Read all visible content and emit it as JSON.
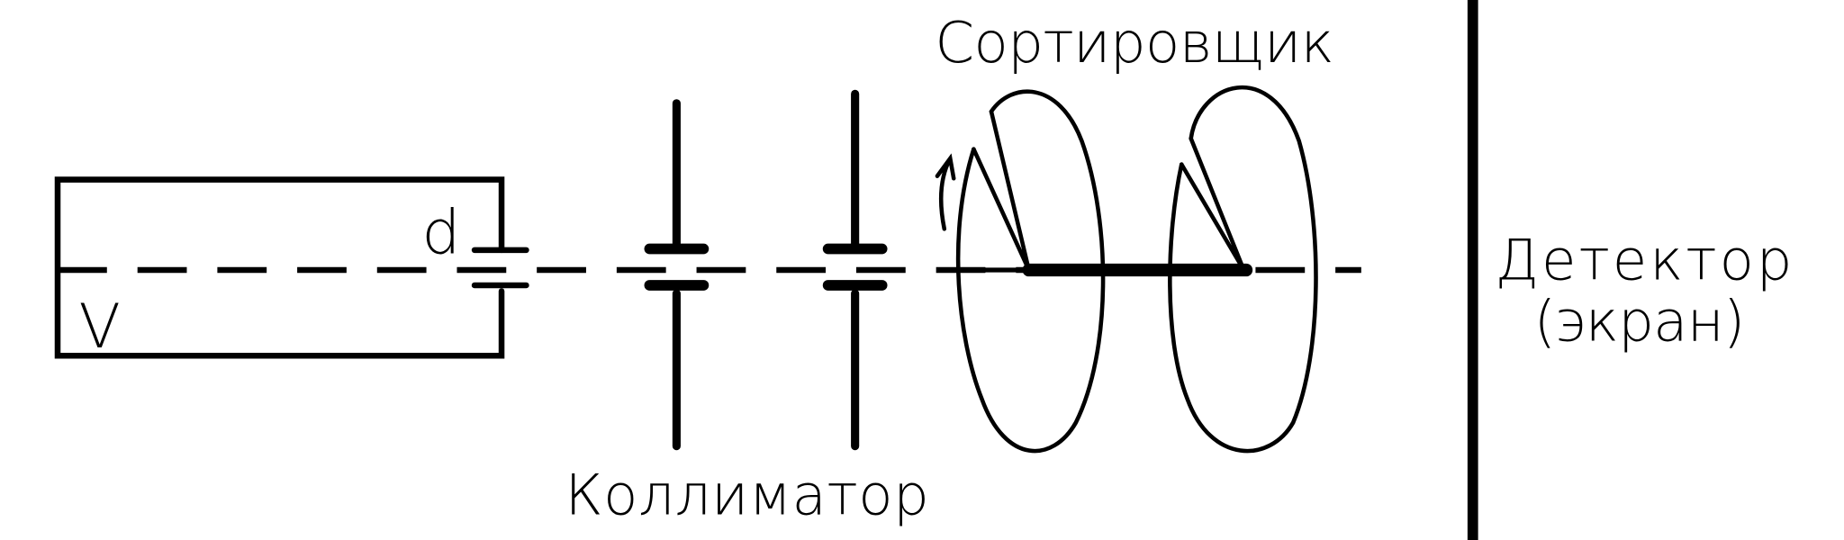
{
  "labels": {
    "sorter": "Сортировщик",
    "collimator": "Коллиматор",
    "detector_line1": "Детектор",
    "detector_line2": "(экран)",
    "gap": "d",
    "velocity": "V"
  },
  "colors": {
    "stroke": "#000000",
    "background": "#ffffff"
  }
}
